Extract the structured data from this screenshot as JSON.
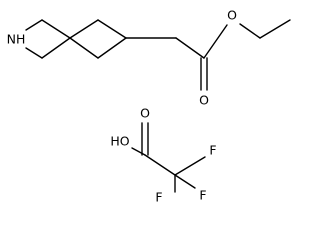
{
  "molecule_1": {
    "atoms": {
      "nitrogen": "NH",
      "ether_oxygen": "O",
      "carbonyl_oxygen": "O"
    }
  },
  "molecule_2": {
    "atoms": {
      "hydroxyl": "HO",
      "carbonyl_oxygen": "O",
      "fluorine_1": "F",
      "fluorine_2": "F",
      "fluorine_3": "F"
    }
  },
  "colors": {
    "bond": "#000000",
    "background": "#ffffff"
  }
}
